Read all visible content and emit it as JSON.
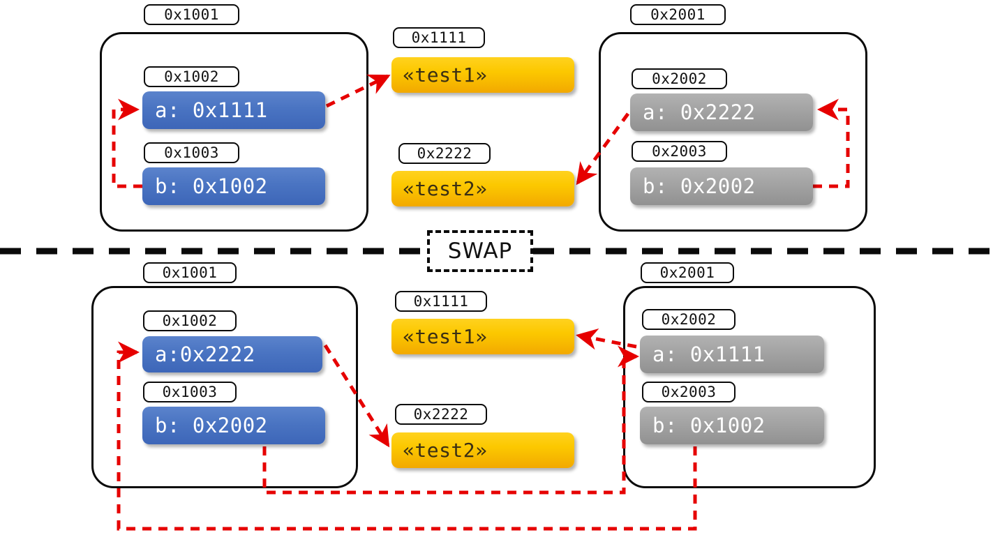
{
  "diagram": {
    "title": "SWAP",
    "divider_label": "SWAP",
    "colors": {
      "blue": "#4a74c2",
      "gray": "#a3a3a3",
      "yellow": "#fcc800",
      "arrow": "#e60000",
      "outline": "#0a0a0a",
      "background": "#ffffff"
    }
  },
  "before": {
    "left_frame": {
      "address": "0x1001",
      "rows": [
        {
          "address": "0x1002",
          "value": "a: 0x1111",
          "style": "blue"
        },
        {
          "address": "0x1003",
          "value": "b: 0x1002",
          "style": "blue"
        }
      ]
    },
    "middle_objects": [
      {
        "address": "0x1111",
        "value": "«test1»",
        "style": "yellow"
      },
      {
        "address": "0x2222",
        "value": "«test2»",
        "style": "yellow"
      }
    ],
    "right_frame": {
      "address": "0x2001",
      "rows": [
        {
          "address": "0x2002",
          "value": "a: 0x2222",
          "style": "gray"
        },
        {
          "address": "0x2003",
          "value": "b: 0x2002",
          "style": "gray"
        }
      ]
    }
  },
  "after": {
    "left_frame": {
      "address": "0x1001",
      "rows": [
        {
          "address": "0x1002",
          "value": "a:0x2222",
          "style": "blue"
        },
        {
          "address": "0x1003",
          "value": "b: 0x2002",
          "style": "blue"
        }
      ]
    },
    "middle_objects": [
      {
        "address": "0x1111",
        "value": "«test1»",
        "style": "yellow"
      },
      {
        "address": "0x2222",
        "value": "«test2»",
        "style": "yellow"
      }
    ],
    "right_frame": {
      "address": "0x2001",
      "rows": [
        {
          "address": "0x2002",
          "value": "a: 0x1111",
          "style": "gray"
        },
        {
          "address": "0x2003",
          "value": "b: 0x1002",
          "style": "gray"
        }
      ]
    }
  }
}
